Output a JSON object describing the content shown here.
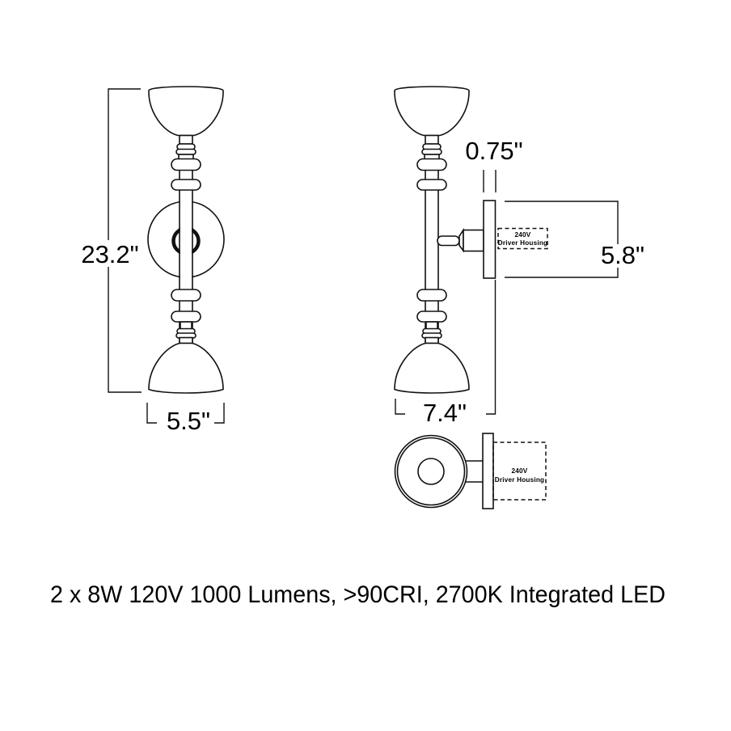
{
  "front_view": {
    "height_dim": "23.2\"",
    "width_dim": "5.5\""
  },
  "side_view": {
    "plate_thickness_dim": "0.75\"",
    "depth_dim": "5.8\"",
    "width_dim": "7.4\"",
    "driver_housing_line1": "240V",
    "driver_housing_line2": "Driver Housing"
  },
  "top_view": {
    "driver_housing_line1": "240V",
    "driver_housing_line2": "Driver Housing"
  },
  "footer": {
    "spec_line": "2 x 8W 120V 1000 Lumens, >90CRI, 2700K Integrated LED"
  },
  "colors": {
    "line": "#111111",
    "background": "#ffffff",
    "text": "#000000"
  }
}
